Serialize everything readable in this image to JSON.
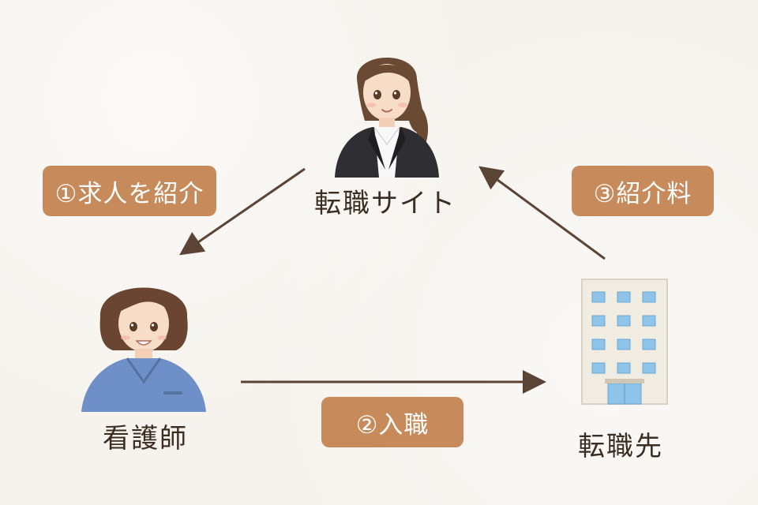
{
  "nodes": {
    "site": {
      "label": "転職サイト"
    },
    "nurse": {
      "label": "看護師"
    },
    "employer": {
      "label": "転職先"
    }
  },
  "steps": {
    "introduce": {
      "label": "①求人を紹介"
    },
    "join": {
      "label": "②入職"
    },
    "fee": {
      "label": "③紹介料"
    }
  },
  "colors": {
    "background": "#f6f3ee",
    "badge": "#c78a5a",
    "arrow": "#5b4335",
    "text": "#3a2d22"
  },
  "icons": {
    "site": "recruiter-person-icon",
    "nurse": "nurse-person-icon",
    "employer": "office-building-icon"
  }
}
